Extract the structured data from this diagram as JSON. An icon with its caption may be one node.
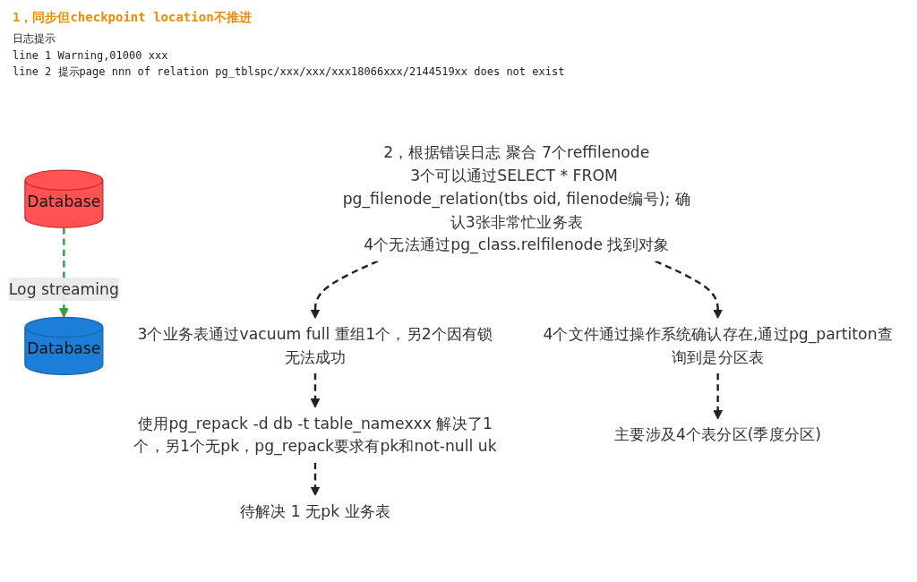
{
  "diagram": {
    "nodes": [
      {
        "text": [
          "Database"
        ]
      },
      {
        "text": [
          "Database"
        ]
      },
      {
        "text": [
          "2，根据错误日志 聚合 7个reffilenode",
          "3个可以通过SELECT * FROM pg_filenode_relation(tbs oid, filenode编号); 确认3张非常忙业务表",
          "4个无法通过pg_class.relfilenode 找到对象"
        ]
      },
      {
        "text": [
          "3个业务表通过vacuum full 重组1个，另2个因有锁无法成功"
        ]
      },
      {
        "text": [
          "4个文件通过操作系统确认存在,通过pg_partiton查询到是分区表"
        ]
      },
      {
        "text": [
          "使用pg_repack -d db -t table_namexxx 解决了1个，另1个无pk，pg_repack要求有pk和not-null uk"
        ]
      },
      {
        "text": [
          "主要涉及4个表分区(季度分区)"
        ]
      },
      {
        "text": [
          "待解决 1 无pk 业务表"
        ]
      }
    ],
    "edges": [
      {
        "from": 0,
        "to": 1,
        "arrow": "to",
        "label": "Log streaming",
        "style": "dashed",
        "color": "#2f9e44"
      },
      {
        "from": 2,
        "to": 3,
        "arrow": "to",
        "style": "dashed"
      },
      {
        "from": 2,
        "to": 4,
        "arrow": "to",
        "style": "dashed"
      },
      {
        "from": 3,
        "to": 5,
        "arrow": "to",
        "style": "dashed"
      },
      {
        "from": 4,
        "to": 6,
        "arrow": "to",
        "style": "dashed"
      },
      {
        "from": 5,
        "to": 7,
        "arrow": "to",
        "style": "dashed"
      }
    ],
    "labels": [
      "1，同步但checkpoint location不推进",
      "日志提示",
      "line 1 Warning,01000 xxx",
      "line 2 提示page nnn of relation pg_tblspc/xxx/xxx/xxx18066xxx/2144519xx does not exist"
    ]
  }
}
